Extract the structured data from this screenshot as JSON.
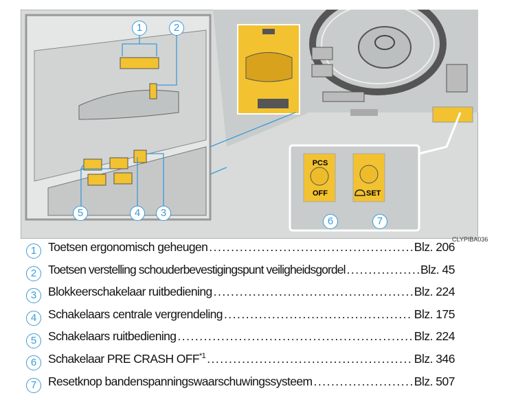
{
  "illustration": {
    "callouts": [
      "1",
      "2",
      "3",
      "4",
      "5",
      "6",
      "7"
    ],
    "pcs_button": {
      "top": "PCS",
      "bottom": "OFF"
    },
    "set_button": {
      "bottom": "SET"
    },
    "image_code": "CLYPIBA036",
    "highlight_color": "#f2c230",
    "callout_color": "#3b9bd6"
  },
  "items": [
    {
      "num": "1",
      "label": "Toetsen ergonomisch geheugen",
      "page": "Blz. 206"
    },
    {
      "num": "2",
      "label": "Toetsen verstelling schouderbevestigingspunt veiligheidsgordel",
      "page": "Blz. 45"
    },
    {
      "num": "3",
      "label": "Blokkeerschakelaar ruitbediening",
      "page": "Blz. 224"
    },
    {
      "num": "4",
      "label": "Schakelaars centrale vergrendeling",
      "page": "Blz. 175"
    },
    {
      "num": "5",
      "label": "Schakelaars ruitbediening",
      "page": "Blz. 224"
    },
    {
      "num": "6",
      "label": "Schakelaar PRE CRASH OFF",
      "sup": "*1",
      "page": "Blz. 346"
    },
    {
      "num": "7",
      "label": "Resetknop bandenspanningswaarschuwingssysteem",
      "page": "Blz. 507"
    }
  ]
}
